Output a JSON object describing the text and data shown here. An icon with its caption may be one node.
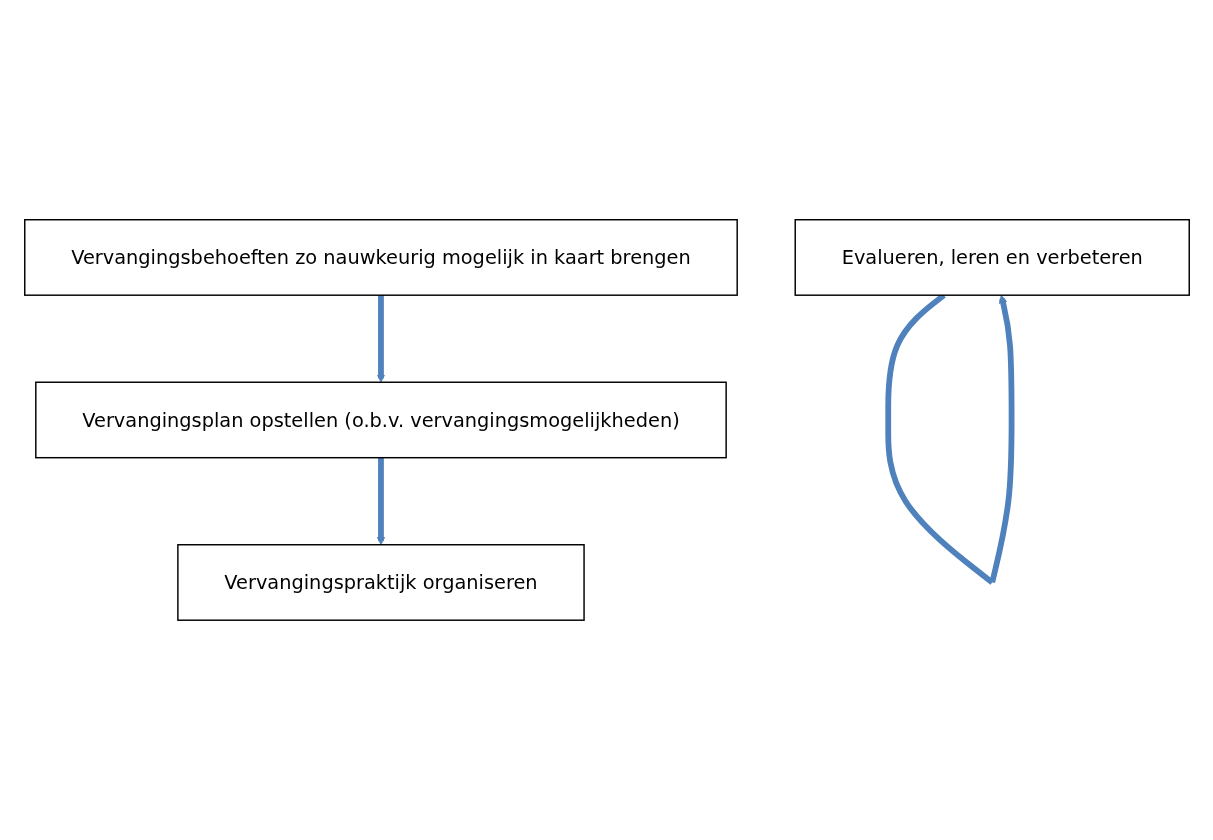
{
  "diagram": {
    "nodes": [
      {
        "text": [
          "Vervangingsbehoeften zo nauwkeurig mogelijk in kaart brengen"
        ]
      },
      {
        "text": [
          "Vervangingsplan opstellen (o.b.v. vervangingsmogelijkheden)"
        ]
      },
      {
        "text": [
          "Vervangingspraktijk organiseren"
        ]
      },
      {
        "text": [
          "Evalueren, leren en verbeteren"
        ]
      }
    ],
    "edges": [
      {
        "from": 0,
        "to": 1,
        "arrow": "to"
      },
      {
        "from": 1,
        "to": 2,
        "arrow": "to"
      },
      {
        "from": 3,
        "to": 3,
        "arrow": "to"
      }
    ]
  }
}
